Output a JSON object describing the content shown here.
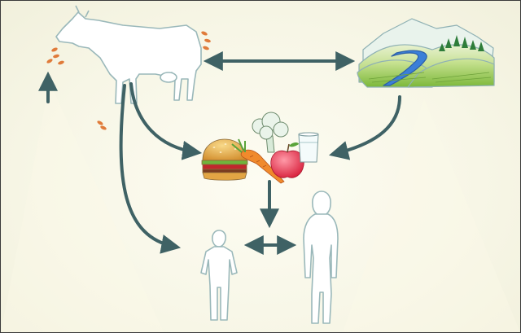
{
  "colors": {
    "arrow": "#3f6265",
    "outline": "#9ab8ba",
    "particle": "#e07b3a",
    "background": "#f7f6e6"
  },
  "nodes": [
    {
      "id": "cow",
      "icon": "cow-icon"
    },
    {
      "id": "landscape",
      "icon": "landscape-icon"
    },
    {
      "id": "food",
      "icon": "food-group-icon"
    },
    {
      "id": "child",
      "icon": "child-silhouette-icon"
    },
    {
      "id": "adult",
      "icon": "adult-silhouette-icon"
    }
  ],
  "edges": [
    {
      "from": "cow",
      "to": "landscape",
      "direction": "both"
    },
    {
      "from": "cow",
      "to": "food",
      "direction": "forward"
    },
    {
      "from": "landscape",
      "to": "food",
      "direction": "forward"
    },
    {
      "from": "food",
      "to": "adult",
      "direction": "forward"
    },
    {
      "from": "cow",
      "to": "child",
      "direction": "forward"
    },
    {
      "from": "child",
      "to": "adult",
      "direction": "both"
    },
    {
      "from": "particles",
      "to": "cow",
      "direction": "forward"
    }
  ]
}
